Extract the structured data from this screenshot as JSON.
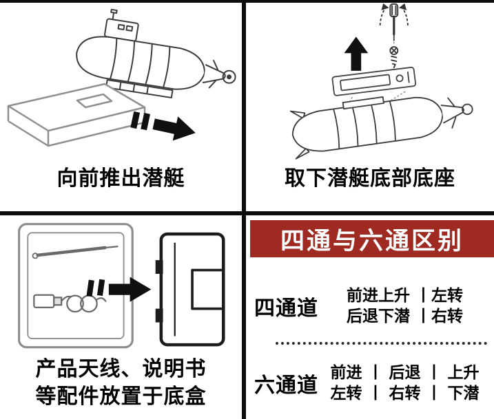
{
  "panels": {
    "push_out": {
      "caption": "向前推出潜艇"
    },
    "remove_base": {
      "caption": "取下潜艇底部底座"
    },
    "accessories": {
      "caption_line1": "产品天线、说明书",
      "caption_line2": "等配件放置于底盒"
    },
    "channels": {
      "banner": "四通与六通区别",
      "banner_color": "#9e2a22",
      "four": {
        "label": "四通道",
        "line1": "前进上升 丨左转",
        "line2": "后退下潜 丨右转"
      },
      "six": {
        "label": "六通道",
        "line1": "前进 丨 后退 丨 上升",
        "line2": "左转 丨 右转 丨 下潜"
      }
    }
  }
}
